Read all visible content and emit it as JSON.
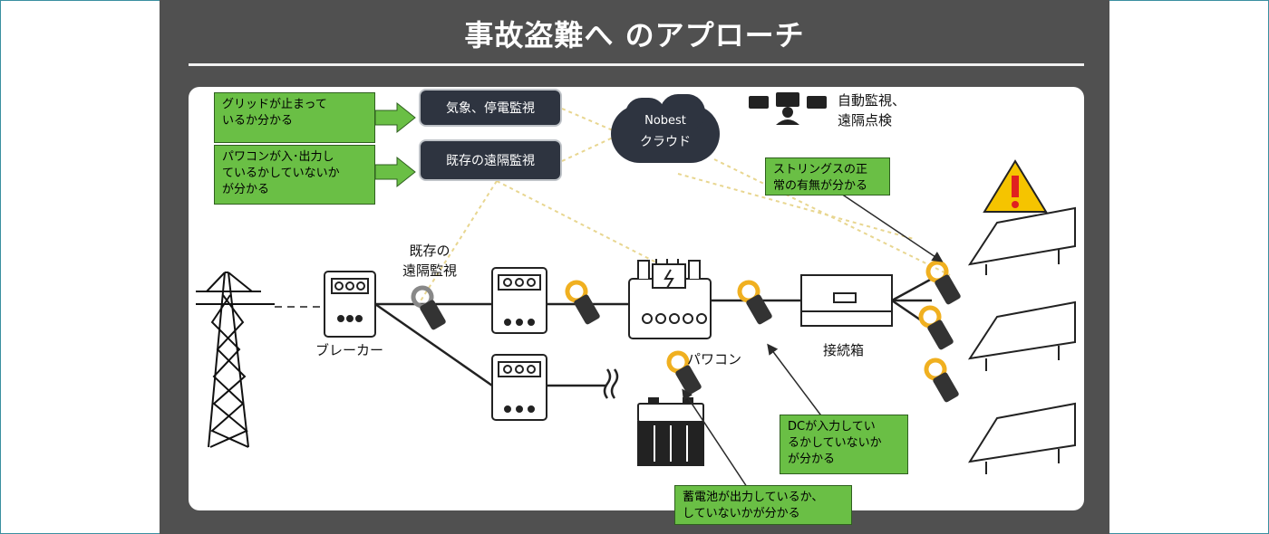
{
  "title": "事故盗難へ のアプローチ",
  "callouts": {
    "grid": "グリッドが止まって\nいるか分かる",
    "pcs_io": "パワコンが入･出力し\nているかしていないか\nが分かる",
    "strings": "ストリングスの正\n常の有無が分かる",
    "dc": "DCが入力してい\nるかしていないか\nが分かる",
    "battery": "蓄電池が出力しているか、\nしていないかが分かる"
  },
  "boxes": {
    "weather": "気象、停電監視",
    "existing_remote": "既存の遠隔監視"
  },
  "cloud": {
    "line1": "Nobest",
    "line2": "クラウド"
  },
  "auto_monitor": "自動監視、\n遠隔点検",
  "labels": {
    "existing_monitor": "既存の\n遠隔監視",
    "breaker": "ブレーカー",
    "power_conditioner": "パワコン",
    "junction_box": "接続箱"
  },
  "colors": {
    "callout_green": "#6abf45",
    "dark_box": "#2e3440",
    "clamp_yellow": "#f0b020",
    "slide_bg": "#505050",
    "warning_yellow": "#f5c400",
    "warning_red": "#e02020"
  }
}
